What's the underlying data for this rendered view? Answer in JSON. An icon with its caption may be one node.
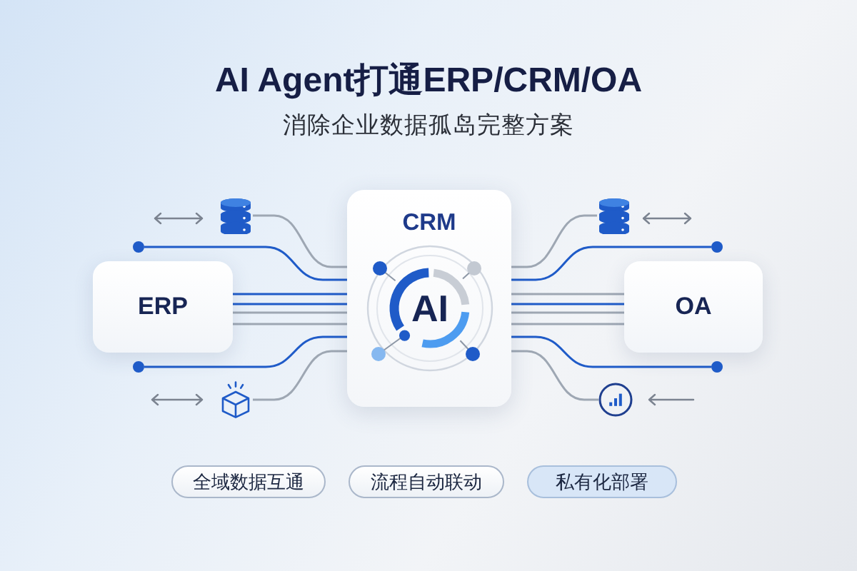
{
  "diagram": {
    "title": "AI Agent打通ERP/CRM/OA",
    "nodes": [
      {
        "text": [],
        "shape": "cylinder"
      },
      {
        "text": [
          "CRM"
        ]
      },
      {
        "text": [],
        "shape": "cylinder"
      },
      {
        "text": [],
        "shape": "circle"
      },
      {
        "text": [],
        "shape": "circle"
      },
      {
        "text": [
          "ERP"
        ]
      },
      {
        "text": [
          "AI"
        ],
        "in": 1
      },
      {
        "text": [
          "OA"
        ]
      },
      {
        "text": [],
        "shape": "circle"
      },
      {
        "text": [],
        "shape": "circle"
      },
      {
        "text": [],
        "shape": "picture"
      },
      {
        "text": [],
        "shape": "picture"
      },
      {
        "text": [
          "全域数据互通"
        ]
      },
      {
        "text": [
          "流程自动联动"
        ]
      },
      {
        "text": [
          "私有化部署"
        ]
      }
    ],
    "edges": [
      {
        "from": 0,
        "to": 1,
        "arrow": "none"
      },
      {
        "from": 3,
        "to": 1,
        "arrow": "none",
        "color": "#1f5bc8"
      },
      {
        "from": 5,
        "to": 1,
        "arrow": "none",
        "color": "#1f5bc8"
      },
      {
        "from": 5,
        "to": 1,
        "arrow": "none",
        "color": "#1f5bc8"
      },
      {
        "from": 5,
        "to": 1,
        "arrow": "none"
      },
      {
        "from": 5,
        "to": 1,
        "arrow": "none"
      },
      {
        "from": 8,
        "to": 1,
        "arrow": "none",
        "color": "#1f5bc8"
      },
      {
        "from": 10,
        "to": 1,
        "arrow": "none"
      },
      {
        "from": 1,
        "to": 2,
        "arrow": "none"
      },
      {
        "from": 1,
        "to": 4,
        "arrow": "none",
        "color": "#1f5bc8"
      },
      {
        "from": 1,
        "to": 7,
        "arrow": "none"
      },
      {
        "from": 1,
        "to": 7,
        "arrow": "none",
        "color": "#1f5bc8"
      },
      {
        "from": 1,
        "to": 7,
        "arrow": "none"
      },
      {
        "from": 1,
        "to": 7,
        "arrow": "none"
      },
      {
        "from": 1,
        "to": 9,
        "arrow": "none",
        "color": "#1f5bc8"
      },
      {
        "from": 1,
        "to": 11,
        "arrow": "none"
      }
    ],
    "labels": [
      "消除企业数据孤岛完整方案"
    ]
  }
}
